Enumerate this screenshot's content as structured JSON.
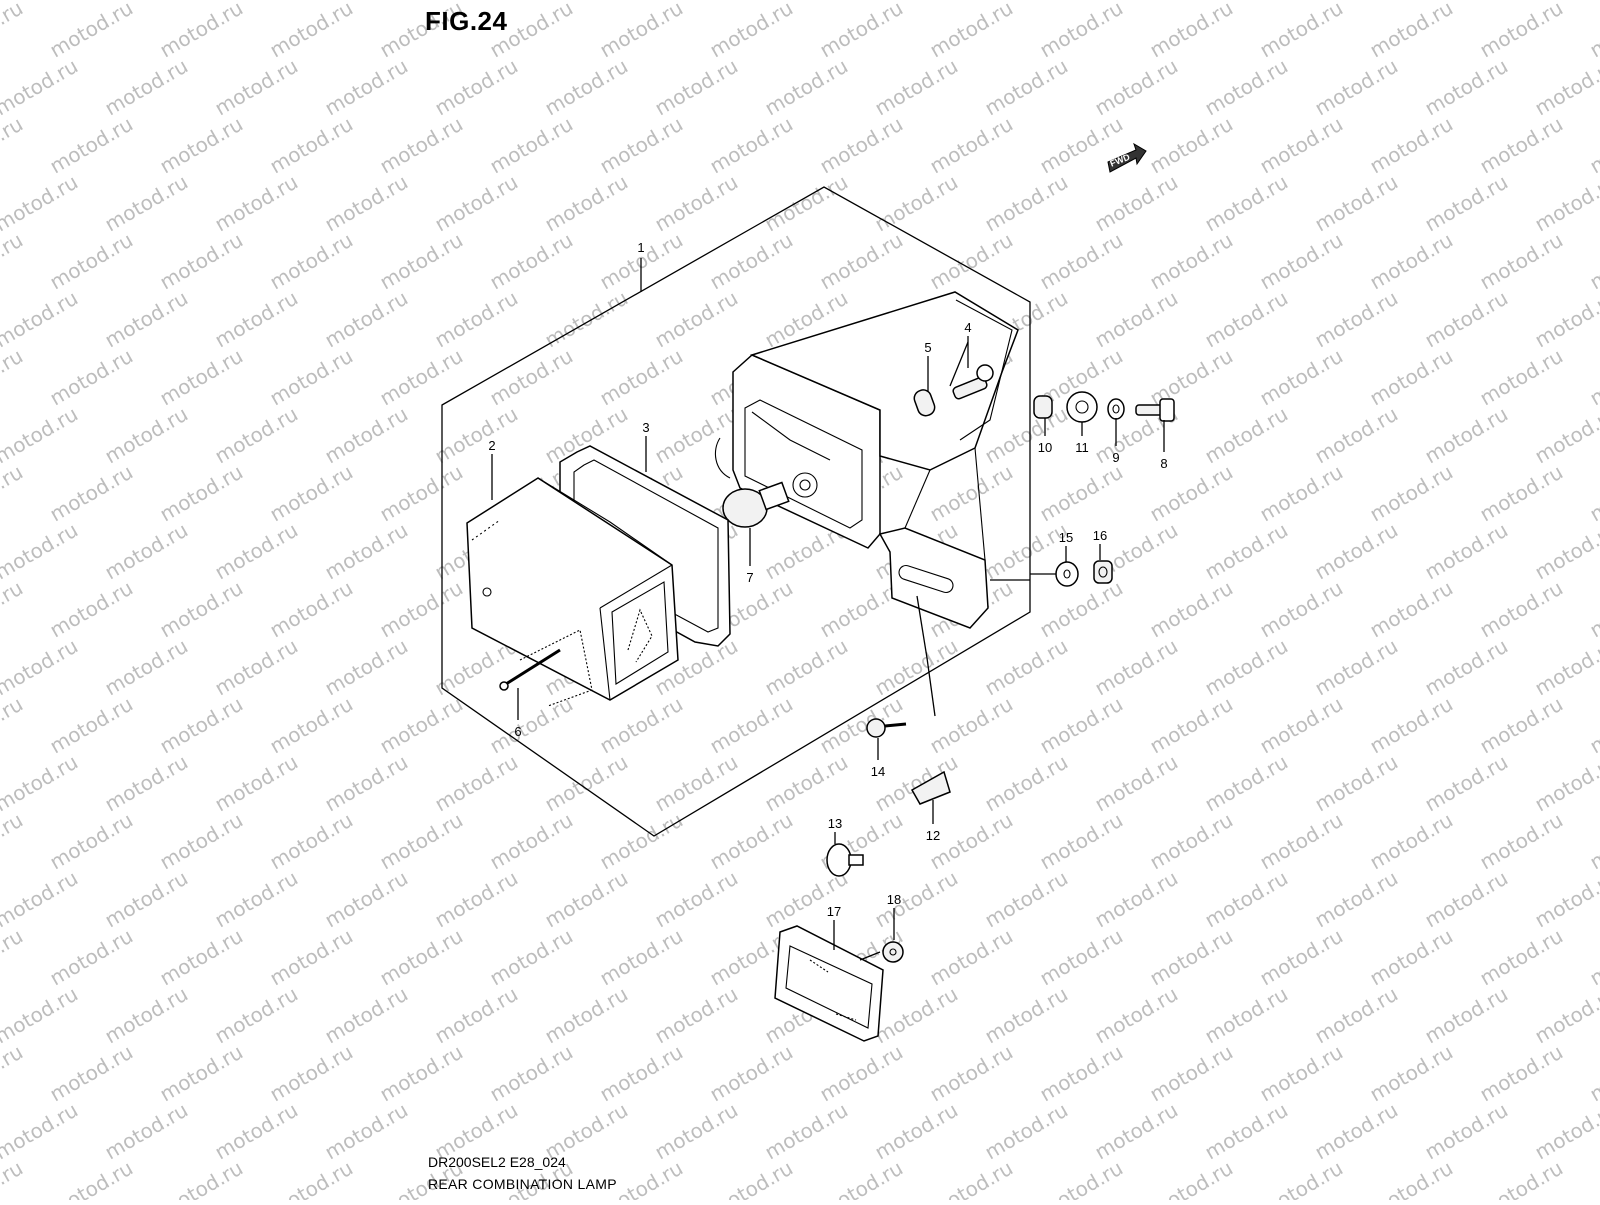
{
  "figure": {
    "title": "FIG.24",
    "code": "DR200SEL2 E28_024",
    "name": "REAR COMBINATION LAMP"
  },
  "watermark": "motod.ru",
  "fwd_marker": "FWD",
  "callouts": [
    "1",
    "2",
    "3",
    "4",
    "5",
    "6",
    "7",
    "8",
    "9",
    "10",
    "11",
    "12",
    "13",
    "14",
    "15",
    "16",
    "17",
    "18"
  ],
  "colors": {
    "line": "#000000",
    "watermark": "#bdbdbd",
    "background": "#ffffff"
  }
}
